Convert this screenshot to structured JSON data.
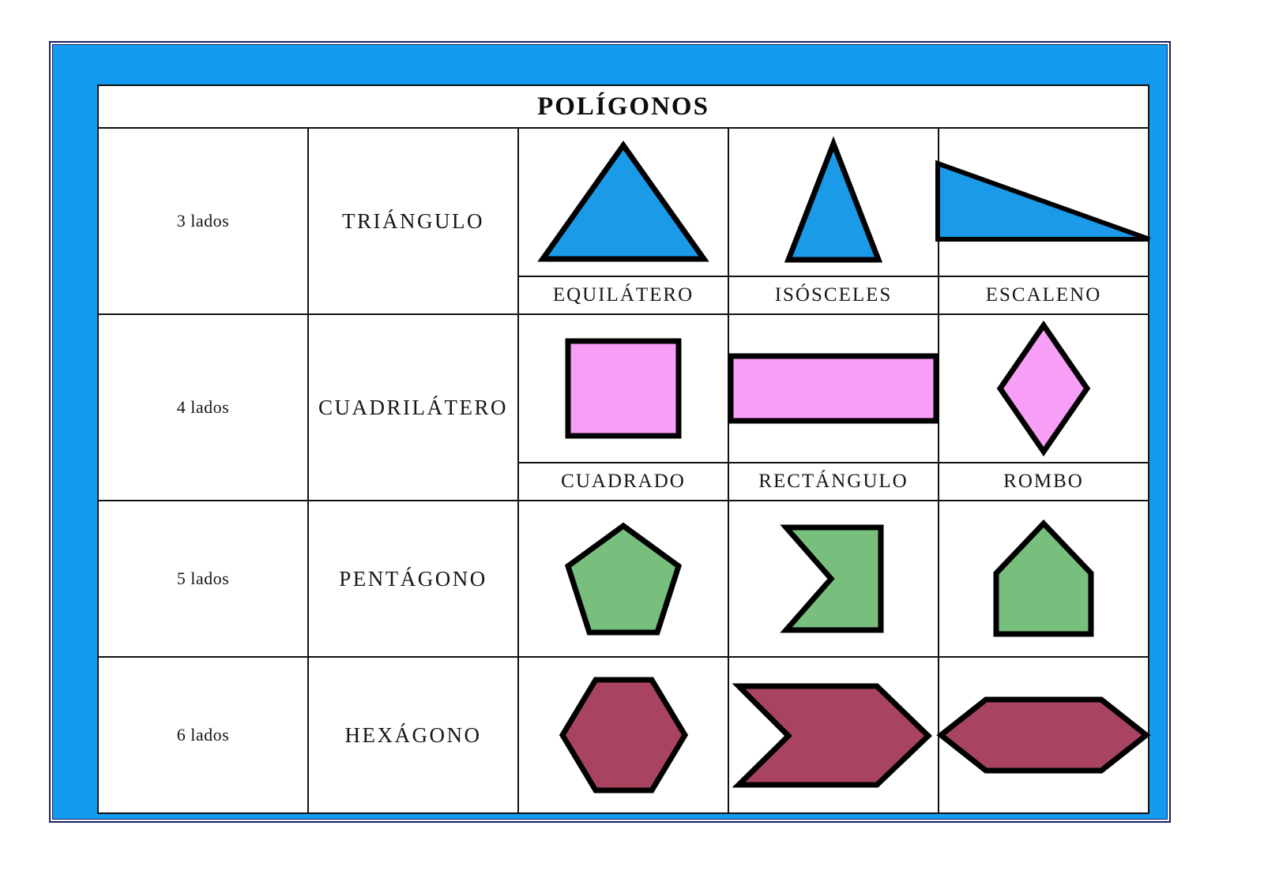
{
  "poster": {
    "title": "POLÍGONOS",
    "frame_color": "#139bf2",
    "frame_outline_color": "#1a1f5e"
  },
  "colors": {
    "triangle_fill": "#1b9ae8",
    "quadrilateral_fill": "#f79ef7",
    "pentagon_fill": "#78bf7d",
    "hexagon_fill": "#a8445f",
    "shape_outline": "#000000",
    "table_border": "#111111",
    "cell_background": "#ffffff"
  },
  "rows": [
    {
      "sides": "3 lados",
      "name": "TRIÁNGULO",
      "shapes": [
        {
          "label": "EQUILÁTERO",
          "icon": "equilateral-triangle-shape"
        },
        {
          "label": "ISÓSCELES",
          "icon": "isosceles-triangle-shape"
        },
        {
          "label": "ESCALENO",
          "icon": "scalene-triangle-shape"
        }
      ]
    },
    {
      "sides": "4 lados",
      "name": "CUADRILÁTERO",
      "shapes": [
        {
          "label": "CUADRADO",
          "icon": "square-shape"
        },
        {
          "label": "RECTÁNGULO",
          "icon": "rectangle-shape"
        },
        {
          "label": "ROMBO",
          "icon": "rhombus-shape"
        }
      ]
    },
    {
      "sides": "5 lados",
      "name": "PENTÁGONO",
      "shapes": [
        {
          "label": "",
          "icon": "regular-pentagon-shape"
        },
        {
          "label": "",
          "icon": "concave-pentagon-shape"
        },
        {
          "label": "",
          "icon": "house-pentagon-shape"
        }
      ]
    },
    {
      "sides": "6 lados",
      "name": "HEXÁGONO",
      "shapes": [
        {
          "label": "",
          "icon": "regular-hexagon-shape"
        },
        {
          "label": "",
          "icon": "concave-hexagon-arrow-shape"
        },
        {
          "label": "",
          "icon": "elongated-hexagon-shape"
        }
      ]
    }
  ]
}
